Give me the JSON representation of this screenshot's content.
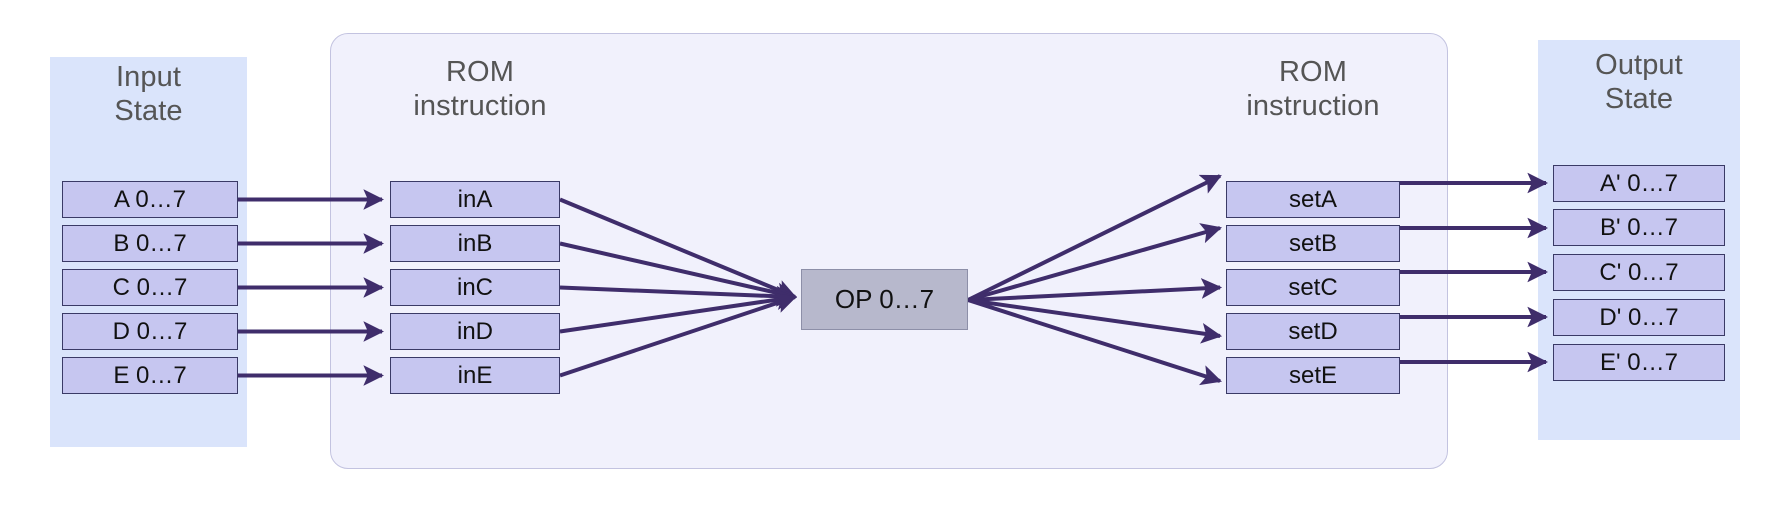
{
  "diagram": {
    "title_input_state": "Input\nState",
    "title_output_state": "Output\nState",
    "title_rom_left": "ROM\ninstruction",
    "title_rom_right": "ROM\ninstruction",
    "op_label": "OP 0…7",
    "input_state": {
      "label": "Input State",
      "registers": [
        {
          "label": "A 0…7"
        },
        {
          "label": "B 0…7"
        },
        {
          "label": "C 0…7"
        },
        {
          "label": "D 0…7"
        },
        {
          "label": "E 0…7"
        }
      ]
    },
    "rom_inputs": {
      "label": "ROM instruction",
      "slots": [
        {
          "label": "inA"
        },
        {
          "label": "inB"
        },
        {
          "label": "inC"
        },
        {
          "label": "inD"
        },
        {
          "label": "inE"
        }
      ]
    },
    "rom_outputs": {
      "label": "ROM instruction",
      "slots": [
        {
          "label": "setA"
        },
        {
          "label": "setB"
        },
        {
          "label": "setC"
        },
        {
          "label": "setD"
        },
        {
          "label": "setE"
        }
      ]
    },
    "output_state": {
      "label": "Output State",
      "registers": [
        {
          "label": "A' 0…7"
        },
        {
          "label": "B' 0…7"
        },
        {
          "label": "C' 0…7"
        },
        {
          "label": "D' 0…7"
        },
        {
          "label": "E' 0…7"
        }
      ]
    },
    "colors": {
      "state_panel_bg": "#dae4fb",
      "rom_container_bg": "#f1f1fc",
      "rom_container_border": "#c3c3e0",
      "node_fill": "#c6c6f0",
      "node_border": "#3a3a66",
      "op_fill": "#b7b8cc",
      "op_border": "#8d8fa8",
      "edge": "#3f2d6b",
      "title_text": "#555555",
      "node_text": "#111111",
      "page_bg": "#ffffff"
    }
  }
}
